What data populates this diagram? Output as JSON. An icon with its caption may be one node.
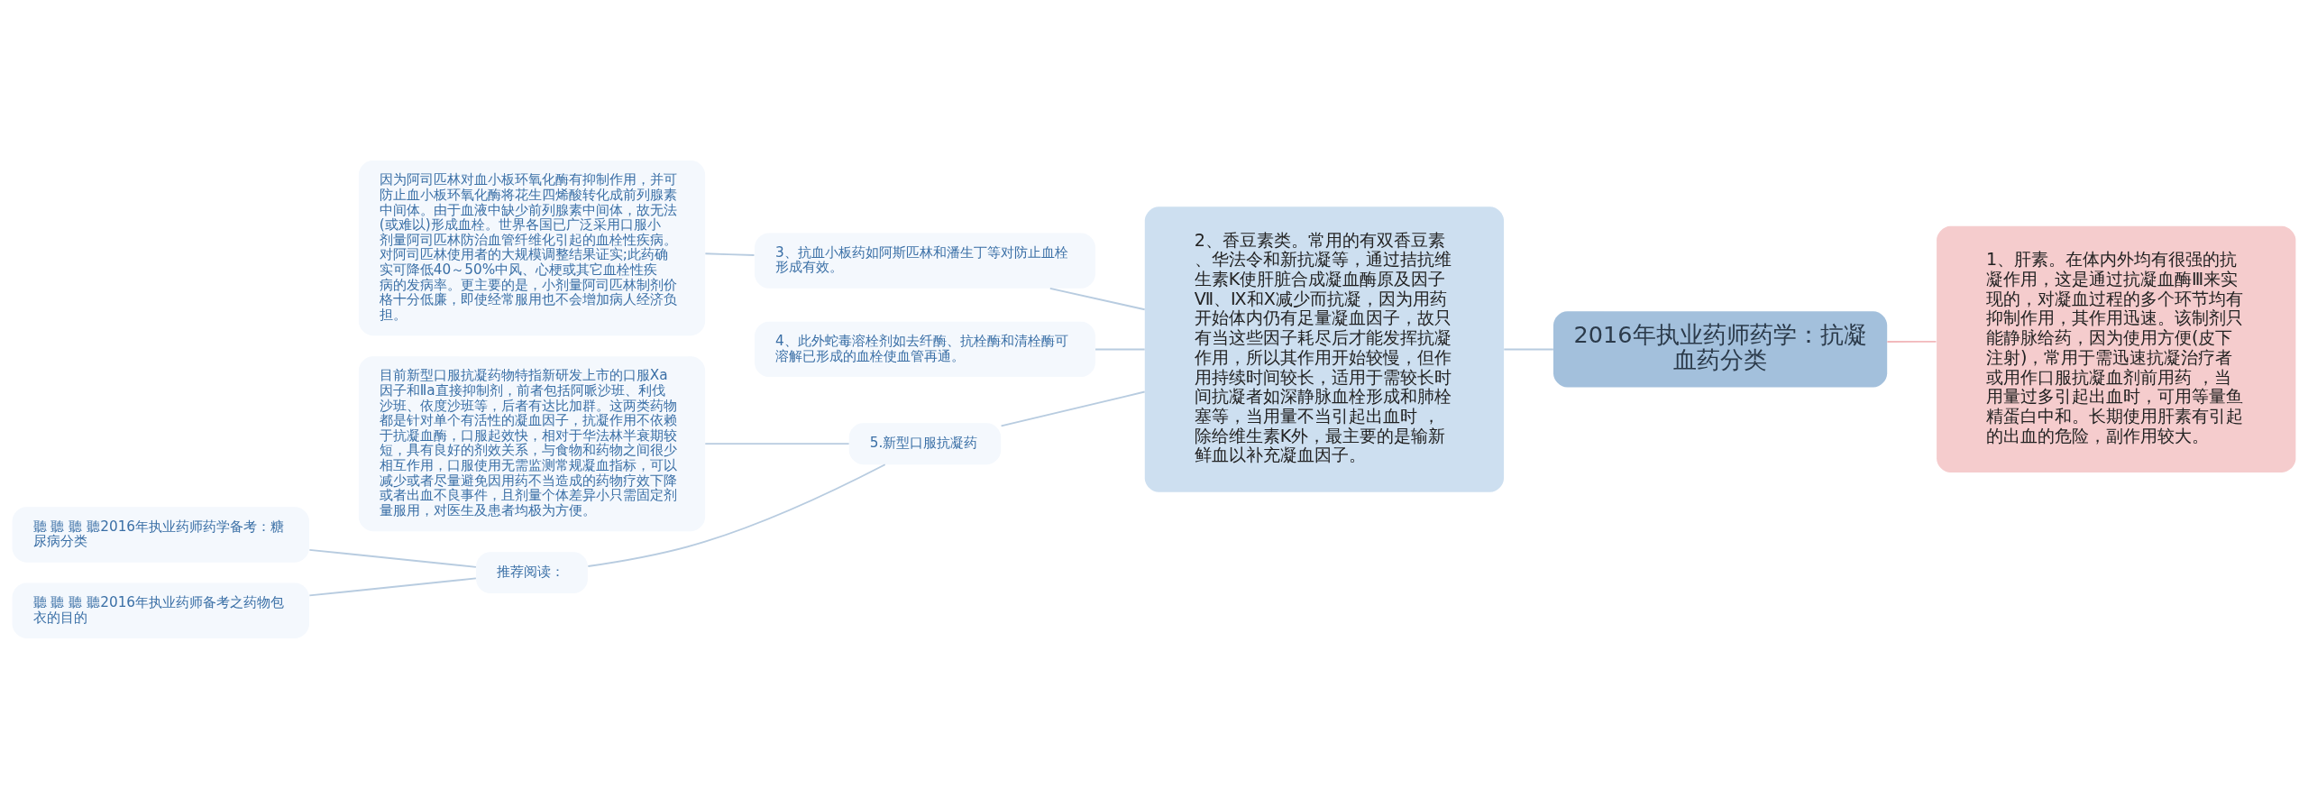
{
  "diagram": {
    "nodes": [
      {
        "text": [
          "2016年执业药师药学：抗凝血药分类"
        ]
      },
      {
        "text": [
          "1、肝素。在体内外均有很强的抗凝作用，这是通过抗凝血酶Ⅲ来实现的，对凝血过程的多个环节均有抑制作用，其作用迅速。该制剂只能静脉给药，因为使用方便(皮下注射)，常用于需迅速抗凝治疗者或用作口服抗凝血剂前用药 ，当用量过多引起出血时，可用等量鱼精蛋白中和。长期使用肝素有引起的出血的危险，副作用较大。"
        ]
      },
      {
        "text": [
          "2、香豆素类。常用的有双香豆素、华法令和新抗凝等，通过拮抗维生素K使肝脏合成凝血酶原及因子Ⅶ、Ⅸ和Ⅹ减少而抗凝，因为用药开始体内仍有足量凝血因子，故只有当这些因子耗尽后才能发挥抗凝作用，所以其作用开始较慢，但作用持续时间较长，适用于需较长时间抗凝者如深静脉血栓形成和肺栓塞等，当用量不当引起出血时 ，除给维生素K外，最主要的是输新鲜血以补充凝血因子。"
        ]
      },
      {
        "text": [
          "3、抗血小板药如阿斯匹林和潘生丁等对防止血栓形成有效。"
        ]
      },
      {
        "text": [
          "因为阿司匹林对血小板环氧化酶有抑制作用，并可防止血小板环氧化酶将花生四烯酸转化成前列腺素中间体。由于血液中缺少前列腺素中间体，故无法(或难以)形成血栓。世界各国已广泛采用口服小剂量阿司匹林防治血管纤维化引起的血栓性疾病。对阿司匹林使用者的大规模调整结果证实;此药确实可降低40～50%中风、心梗或其它血栓性疾病的发病率。更主要的是，小剂量阿司匹林制剂价格十分低廉，即使经常服用也不会增加病人经济负担。"
        ]
      },
      {
        "text": [
          "4、此外蛇毒溶栓剂如去纤酶、抗栓酶和清栓酶可溶解已形成的血栓使血管再通。"
        ]
      },
      {
        "text": [
          "5.新型口服抗凝药"
        ]
      },
      {
        "text": [
          "目前新型口服抗凝药物特指新研发上市的口服Ⅹa因子和Ⅱa直接抑制剂，前者包括阿哌沙班、利伐沙班、依度沙班等，后者有达比加群。这两类药物都是针对单个有活性的凝血因子，抗凝作用不依赖于抗凝血酶，口服起效快，相对于华法林半衰期较短，具有良好的剂效关系，与食物和药物之间很少相互作用，口服使用无需监测常规凝血指标，可以减少或者尽量避免因用药不当造成的药物疗效下降或者出血不良事件，且剂量个体差异小只需固定剂量服用，对医生及患者均极为方便。"
        ]
      },
      {
        "text": [
          "推荐阅读："
        ]
      },
      {
        "text": [
          "聽 聽 聽 聽2016年执业药师药学备考：糖尿病分类"
        ]
      },
      {
        "text": [
          "聽 聽 聽 聽2016年执业药师备考之药物包衣的目的"
        ]
      }
    ],
    "edges": [
      {
        "from": 0,
        "to": 1,
        "arrow": "none",
        "color": "#f2b8bb"
      },
      {
        "from": 0,
        "to": 2,
        "arrow": "none"
      },
      {
        "from": 2,
        "to": 3,
        "arrow": "none"
      },
      {
        "from": 3,
        "to": 4,
        "arrow": "none"
      },
      {
        "from": 2,
        "to": 5,
        "arrow": "none"
      },
      {
        "from": 2,
        "to": 6,
        "arrow": "none"
      },
      {
        "from": 6,
        "to": 7,
        "arrow": "none"
      },
      {
        "from": 6,
        "to": 8,
        "arrow": "none"
      },
      {
        "from": 8,
        "to": 9,
        "arrow": "none"
      },
      {
        "from": 8,
        "to": 10,
        "arrow": "none"
      }
    ]
  }
}
